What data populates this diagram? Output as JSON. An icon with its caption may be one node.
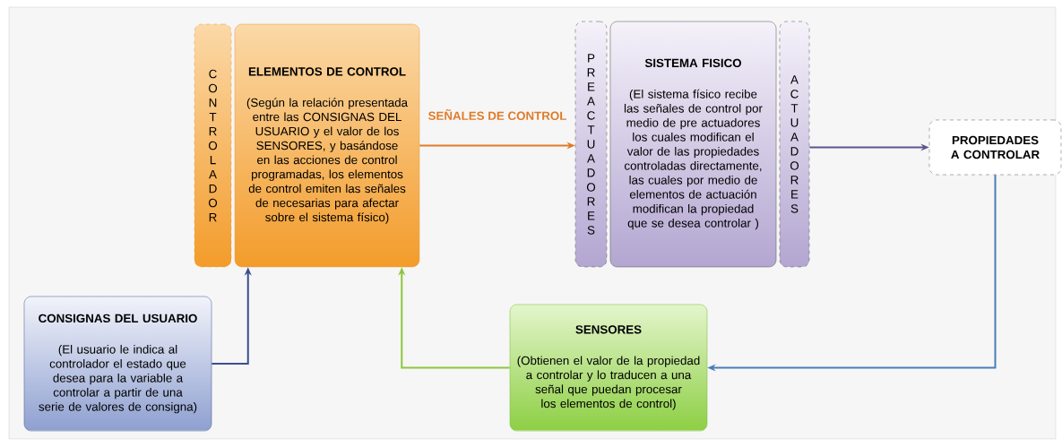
{
  "diagram": {
    "nodes": [
      {
        "text": [
          "CONTROLADOR"
        ]
      },
      {
        "text": [
          "ELEMENTOS DE CONTROL",
          "(Según la relación presentada entre las CONSIGNAS DEL USUARIO y el valor de los SENSORES, y basándose en las acciones de control programadas, los elementos de control emiten las señales de necesarias para afectar sobre el sistema físico)"
        ]
      },
      {
        "text": [
          "PREACTUADORES"
        ]
      },
      {
        "text": [
          "SISTEMA FISICO",
          "(El sistema físico recibe las señales de control por medio de pre actuadores los cuales modifican el valor de las propiedades controladas directamente, las cuales por medio de elementos de actuación modifican la propiedad que se desea controlar )"
        ]
      },
      {
        "text": [
          "ACTUADORES"
        ]
      },
      {
        "text": [
          "PROPIEDADES A CONTROLAR"
        ]
      },
      {
        "text": [
          "CONSIGNAS DEL USUARIO",
          "(El usuario le indica al controlador el estado que desea para la variable a controlar a partir de una serie de valores de consigna)"
        ]
      },
      {
        "text": [
          "SENSORES",
          "(Obtienen el valor de la propiedad a controlar y lo traducen a una señal que puedan procesar los elementos de control)"
        ]
      }
    ],
    "edges": [
      {
        "from": 1,
        "to": 2,
        "arrow": "to",
        "label": "SEÑALES DE CONTROL",
        "color": "#e07b27"
      },
      {
        "from": 4,
        "to": 5,
        "arrow": "to",
        "color": "#5b5590"
      },
      {
        "from": 5,
        "to": 7,
        "arrow": "to",
        "color": "#4a7eb5"
      },
      {
        "from": 6,
        "to": 1,
        "arrow": "to",
        "color": "#3b4f8f"
      },
      {
        "from": 7,
        "to": 1,
        "arrow": "to",
        "color": "#8cc63f"
      }
    ]
  }
}
